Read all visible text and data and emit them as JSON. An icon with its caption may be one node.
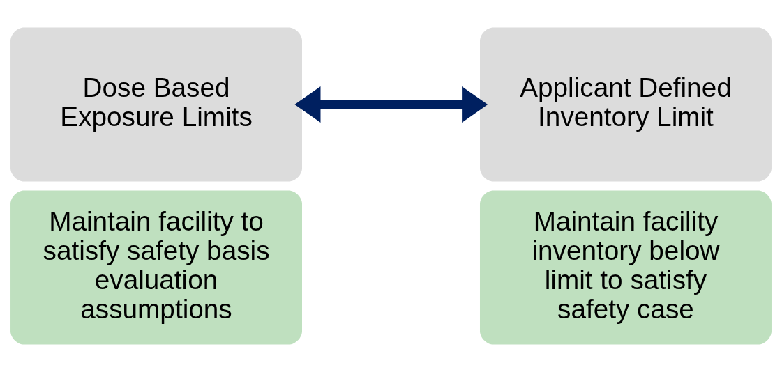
{
  "diagram": {
    "nodes": [
      {
        "text": [
          "Dose Based Exposure Limits"
        ]
      },
      {
        "text": [
          "Applicant Defined Inventory Limit"
        ]
      },
      {
        "text": [
          "Maintain facility to satisfy safety basis evaluation assumptions"
        ]
      },
      {
        "text": [
          "Maintain facility inventory below limit to satisfy safety case"
        ]
      }
    ],
    "edges": [
      {
        "from": 0,
        "to": 1,
        "arrow": "both"
      }
    ]
  }
}
